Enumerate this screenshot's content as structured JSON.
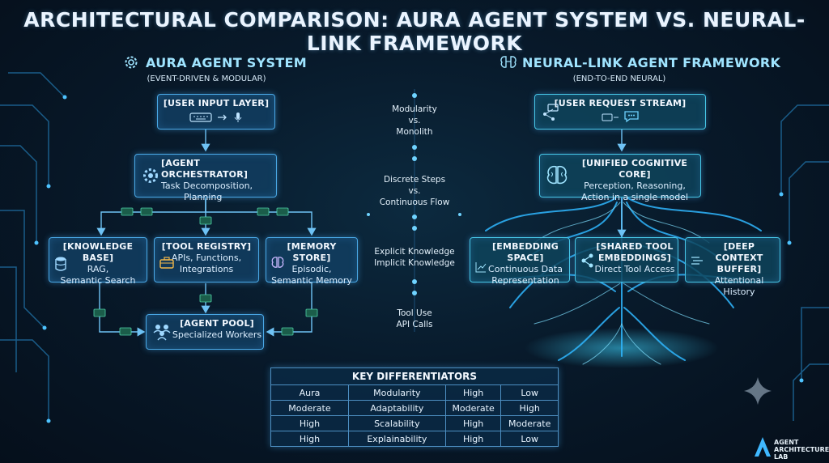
{
  "title": "ARCHITECTURAL COMPARISON: AURA AGENT SYSTEM VS. NEURAL-LINK FRAMEWORK",
  "aura": {
    "title": "AURA AGENT SYSTEM",
    "subtitle": "(EVENT-DRIVEN & MODULAR)",
    "user_input": {
      "title": "[USER INPUT LAYER]"
    },
    "orchestrator": {
      "title": "[AGENT ORCHESTRATOR]",
      "line1": "Task Decomposition,",
      "line2": "Planning"
    },
    "knowledge": {
      "title": "[KNOWLEDGE BASE]",
      "line1": "RAG,",
      "line2": "Semantic Search"
    },
    "tools": {
      "title": "[TOOL REGISTRY]",
      "line1": "APIs, Functions,",
      "line2": "Integrations"
    },
    "memory": {
      "title": "[MEMORY STORE]",
      "line1": "Episodic,",
      "line2": "Semantic Memory"
    },
    "pool": {
      "title": "[AGENT POOL]",
      "line1": "Specialized Workers"
    }
  },
  "neural": {
    "title": "NEURAL-LINK AGENT FRAMEWORK",
    "subtitle": "(END-TO-END NEURAL)",
    "request": {
      "title": "[USER REQUEST STREAM]"
    },
    "core": {
      "title": "[UNIFIED COGNITIVE CORE]",
      "line1": "Perception, Reasoning,",
      "line2": "Action in a single model"
    },
    "embedding": {
      "title": "[EMBEDDING SPACE]",
      "line1": "Continuous Data",
      "line2": "Representation"
    },
    "shared": {
      "title": "[SHARED TOOL",
      "title2": "EMBEDDINGS]",
      "line1": "Direct Tool Access"
    },
    "context": {
      "title": "[DEEP CONTEXT",
      "title2": "BUFFER]",
      "line1": "Attentional History"
    }
  },
  "middle": [
    {
      "a": "Modularity",
      "b": "vs.",
      "c": "Monolith"
    },
    {
      "a": "Discrete Steps",
      "b": "vs.",
      "c": "Continuous Flow"
    },
    {
      "a": "Explicit Knowledge",
      "b": "Implicit Knowledge",
      "c": ""
    },
    {
      "a": "Tool Use",
      "b": "API Calls",
      "c": ""
    }
  ],
  "table": {
    "header": "KEY DIFFERENTIATORS",
    "rows": [
      [
        "Aura",
        "Modularity",
        "High",
        "Low"
      ],
      [
        "Moderate",
        "Adaptability",
        "Moderate",
        "High"
      ],
      [
        "High",
        "Scalability",
        "High",
        "Moderate"
      ],
      [
        "High",
        "Explainability",
        "High",
        "Low"
      ]
    ]
  },
  "logo": {
    "line1": "AGENT",
    "line2": "ARCHITECTURES",
    "line3": "LAB"
  },
  "icons": [
    "gear-icon",
    "brain-network-icon",
    "keyboard-icon",
    "microphone-icon",
    "database-icon",
    "toolbox-icon",
    "brain-icon",
    "team-icon",
    "chat-icon",
    "share-icon",
    "sparkle-icon"
  ],
  "colors": {
    "accent": "#4aa8e6",
    "cyan": "#47c6e6",
    "background": "#081a2b"
  }
}
